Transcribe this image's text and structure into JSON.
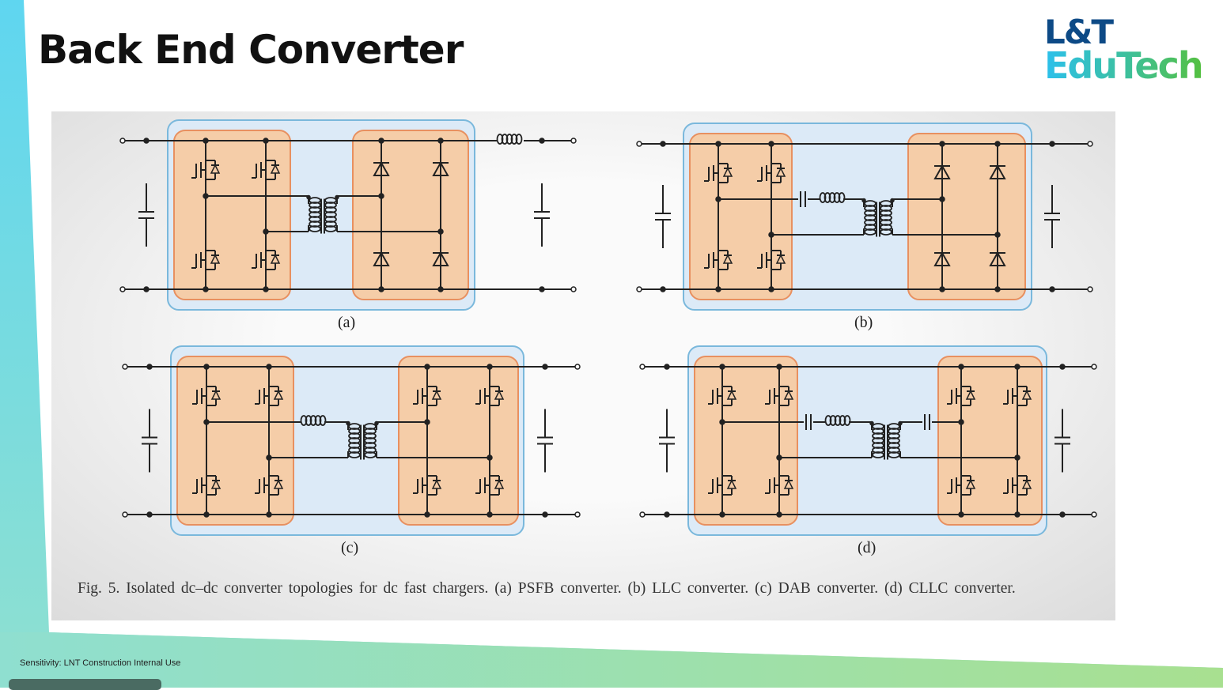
{
  "slide": {
    "title": "Back End Converter",
    "logo_line1": "L&T",
    "logo_line2": "EduTech",
    "sensitivity": "Sensitivity: LNT Construction Internal Use"
  },
  "figure": {
    "labels": [
      "(a)",
      "(b)",
      "(c)",
      "(d)"
    ],
    "caption": "Fig. 5.   Isolated dc–dc converter topologies for dc fast chargers. (a) PSFB converter. (b) LLC converter. (c) DAB converter. (d) CLLC converter."
  },
  "colors": {
    "panel_blue": "#dceaf7",
    "panel_border": "#7ab8dc",
    "bridge_fill": "#f5cda8",
    "bridge_border": "#e89060"
  }
}
